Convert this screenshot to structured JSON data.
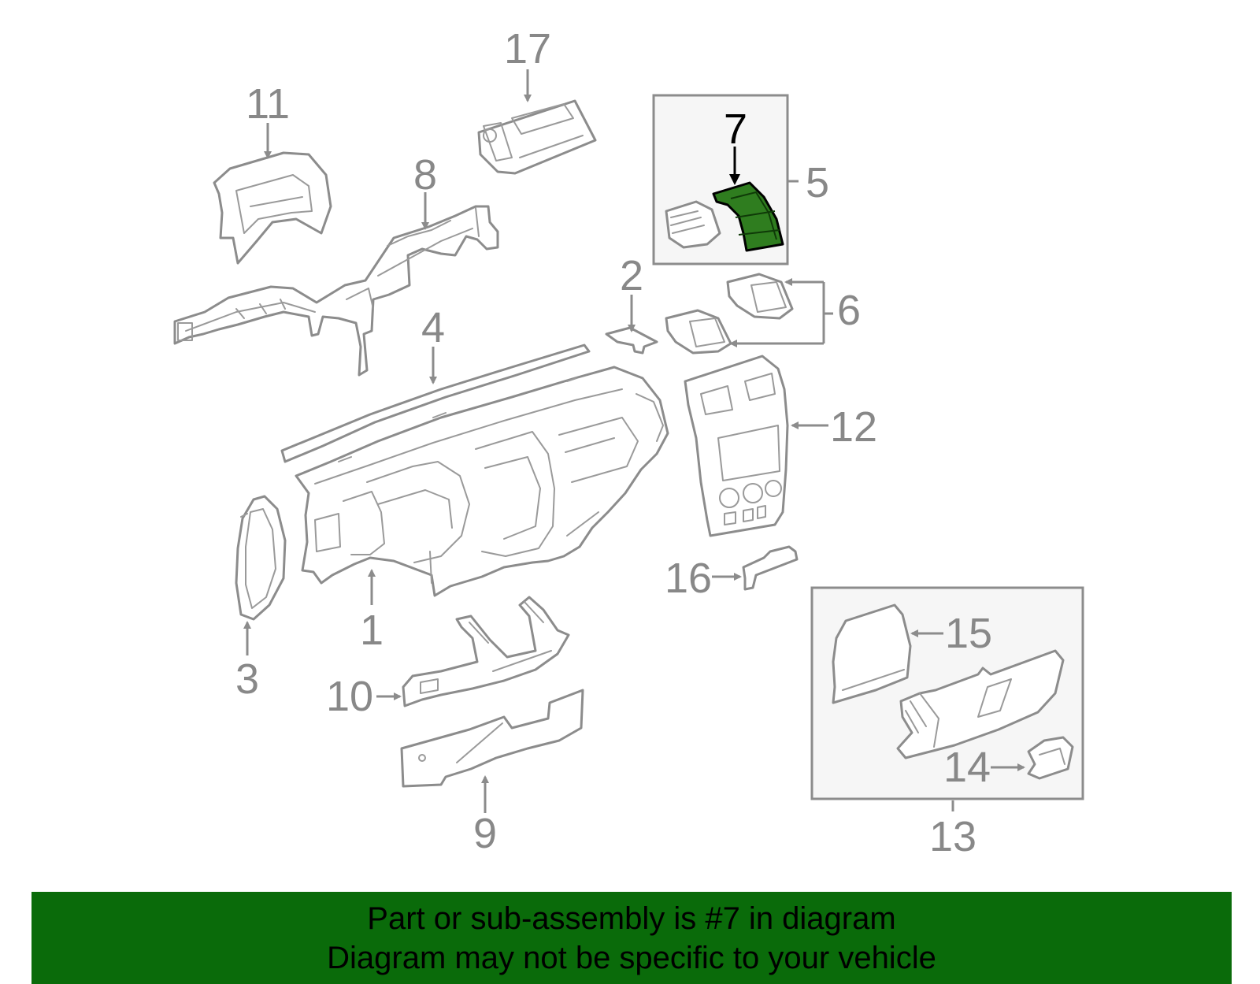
{
  "diagram": {
    "callouts": [
      "1",
      "2",
      "3",
      "4",
      "5",
      "6",
      "7",
      "8",
      "9",
      "10",
      "11",
      "12",
      "13",
      "14",
      "15",
      "16",
      "17"
    ],
    "highlight_part": "7",
    "colors": {
      "highlight_fill": "#2f7d1f",
      "banner_background": "#0a6b0a",
      "line_art": "#8c8c8c"
    }
  },
  "banner": {
    "line1": "Part or sub-assembly is #7 in diagram",
    "line2": "Diagram may not be specific to your vehicle"
  }
}
